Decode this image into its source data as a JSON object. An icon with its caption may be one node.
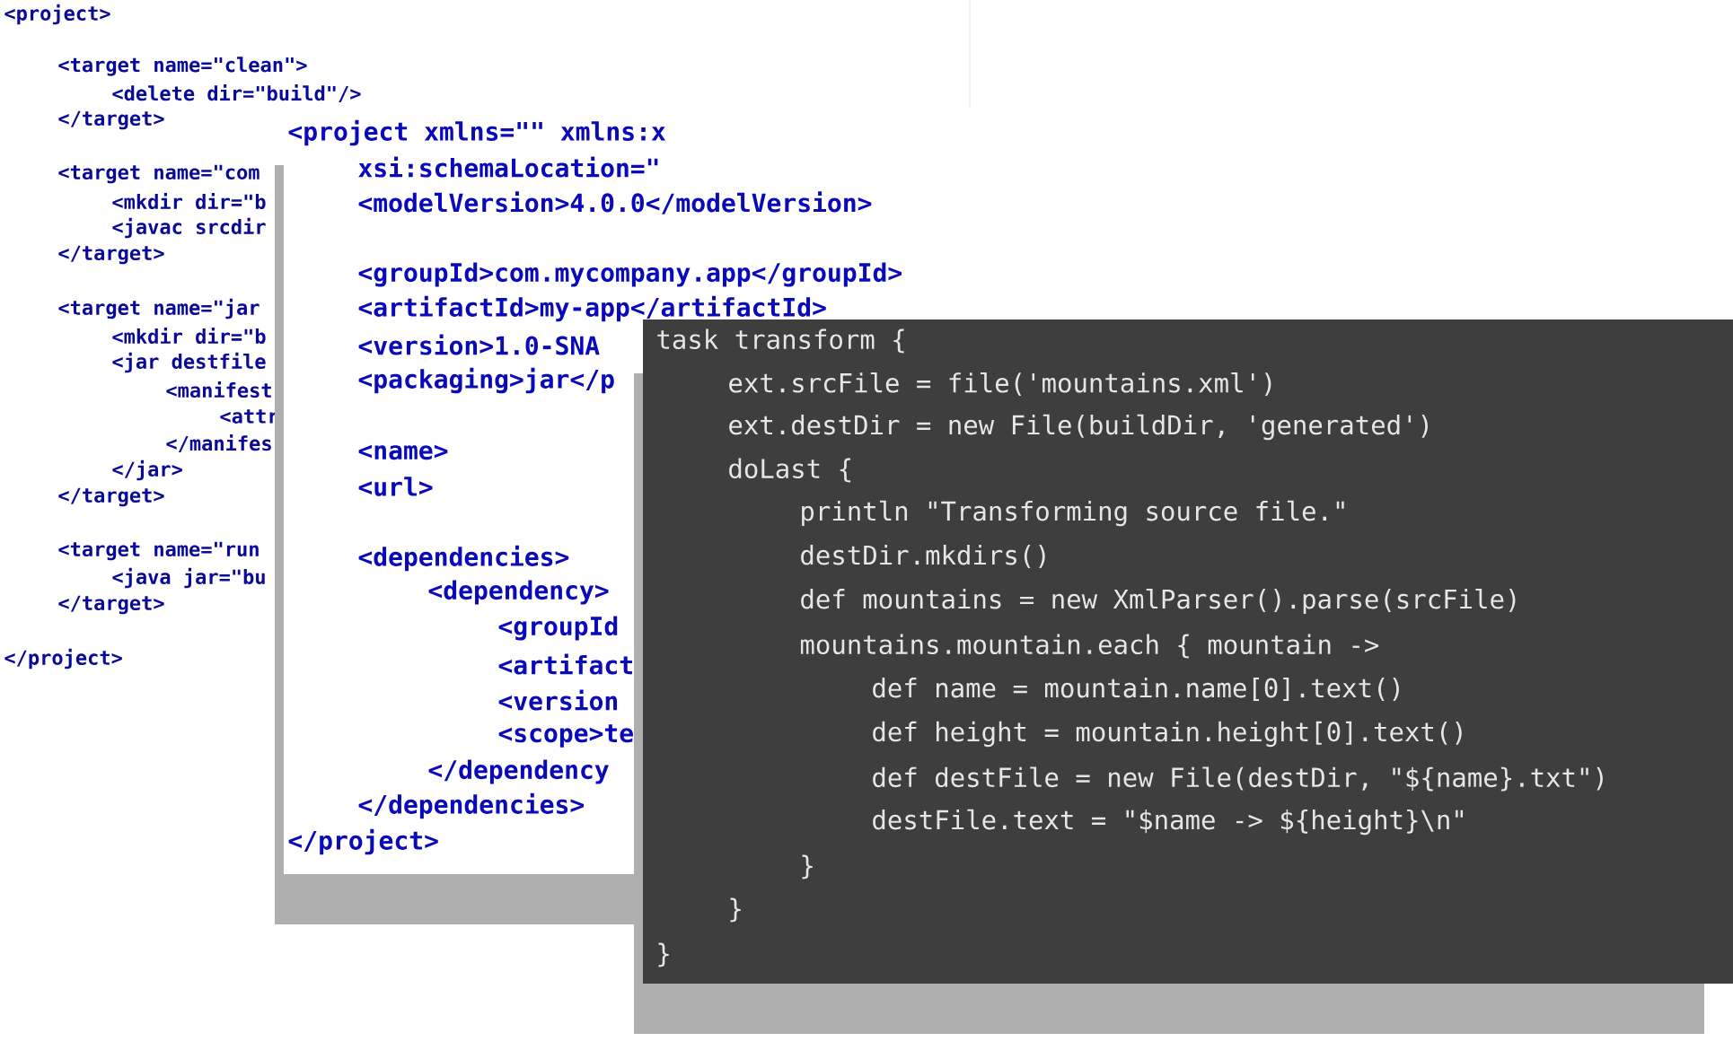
{
  "diagram": {
    "labels": [
      "<project>",
      "<target name=\"clean\">",
      "<delete dir=\"build\"/>",
      "</target>",
      "<target name=\"com",
      "<mkdir dir=\"b",
      "<javac srcdir",
      "</target>",
      "<target name=\"jar",
      "<mkdir dir=\"b",
      "<jar destfile",
      "<manifest",
      "<attr",
      "</manifes",
      "</jar>",
      "</target>",
      "<target name=\"run",
      "<java jar=\"bu",
      "</target>",
      "</project>",
      "<project xmlns=\"\" xmlns:x",
      "xsi:schemaLocation=\"",
      "<modelVersion>4.0.0</modelVersion>",
      "<groupId>com.mycompany.app</groupId>",
      "<artifactId>my-app</artifactId>",
      "<version>1.0-SNA",
      "<packaging>jar</p",
      "<name>",
      "<url>",
      "<dependencies>",
      "<dependency>",
      "<groupId",
      "<artifact",
      "<version",
      "<scope>te",
      "</dependency",
      "</dependencies>",
      "</project>",
      "task transform {",
      "ext.srcFile = file('mountains.xml')",
      "ext.destDir = new File(buildDir, 'generated')",
      "doLast {",
      "println \"Transforming source file.\"",
      "destDir.mkdirs()",
      "def mountains = new XmlParser().parse(srcFile)",
      "mountains.mountain.each { mountain ->",
      "def name = mountain.name[0].text()",
      "def height = mountain.height[0].text()",
      "def destFile = new File(destDir, \"${name}.txt\")",
      "destFile.text = \"$name -> ${height}\\n\"",
      "}",
      "}",
      "}"
    ]
  }
}
